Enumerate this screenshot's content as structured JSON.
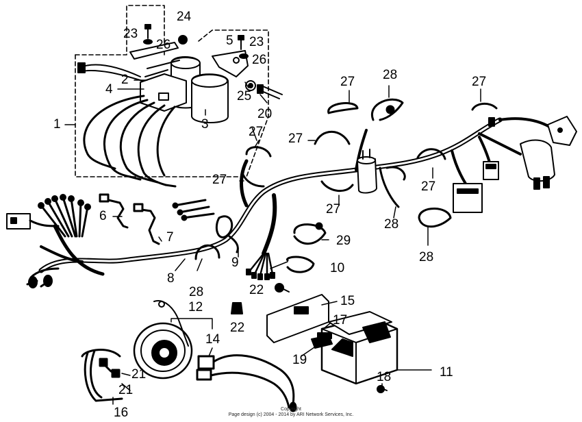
{
  "labels": {
    "l1": "1",
    "l2": "2",
    "l3": "3",
    "l4": "4",
    "l5": "5",
    "l6": "6",
    "l7": "7",
    "l8": "8",
    "l9": "9",
    "l10": "10",
    "l11": "11",
    "l12": "12",
    "l14": "14",
    "l15": "15",
    "l16": "16",
    "l17": "17",
    "l18": "18",
    "l19": "19",
    "l20": "20",
    "l21a": "21",
    "l21b": "21",
    "l22a": "22",
    "l22b": "22",
    "l23a": "23",
    "l23b": "23",
    "l24": "24",
    "l25": "25",
    "l26a": "26",
    "l26b": "26",
    "l27a": "27",
    "l27b": "27",
    "l27c": "27",
    "l27d": "27",
    "l27e": "27",
    "l27f": "27",
    "l27g": "27",
    "l28a": "28",
    "l28b": "28",
    "l28c": "28",
    "l28d": "28",
    "l29": "29"
  },
  "copyright": {
    "line1": "Copyright",
    "line2": "Page design (c) 2004 - 2014 by ARI Network Services, Inc."
  },
  "colors": {
    "ink": "#000000",
    "paper": "#ffffff"
  }
}
